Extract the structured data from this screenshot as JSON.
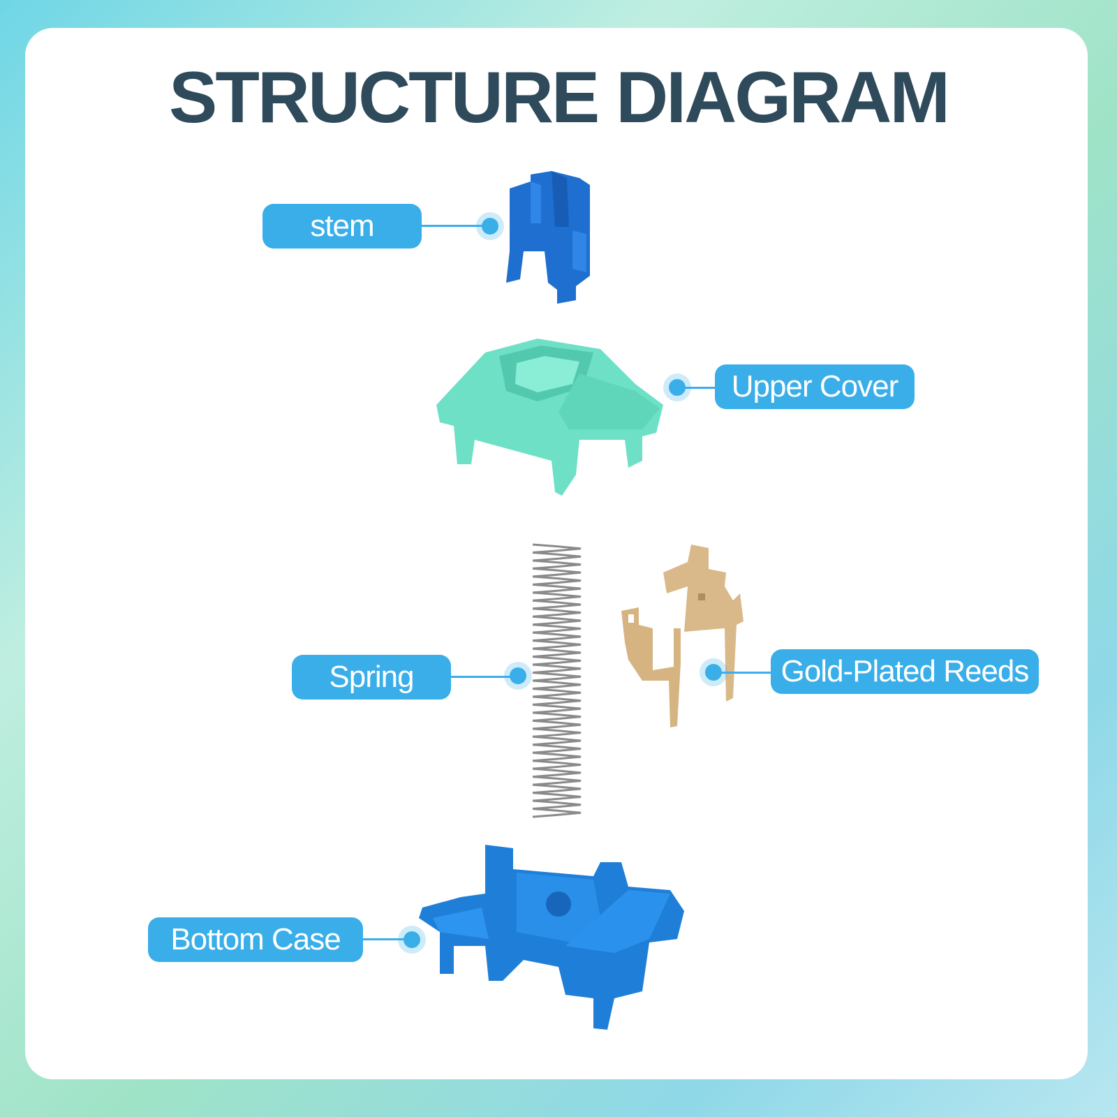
{
  "title": "STRUCTURE DIAGRAM",
  "colors": {
    "title": "#2e4a5b",
    "label_bg": "#3aaee9",
    "stem": "#1e6fd0",
    "upper_cover": "#6ee0c6",
    "bottom_case": "#1f7fd8",
    "reeds": "#d9b98a",
    "spring": "#8a8a8a"
  },
  "labels": {
    "stem": "stem",
    "upper_cover": "Upper Cover",
    "spring": "Spring",
    "reeds": "Gold-Plated Reeds",
    "bottom_case": "Bottom Case"
  },
  "icons": [
    "stem-part",
    "upper-cover-part",
    "spring-part",
    "gold-plated-reeds-part",
    "bottom-case-part"
  ]
}
